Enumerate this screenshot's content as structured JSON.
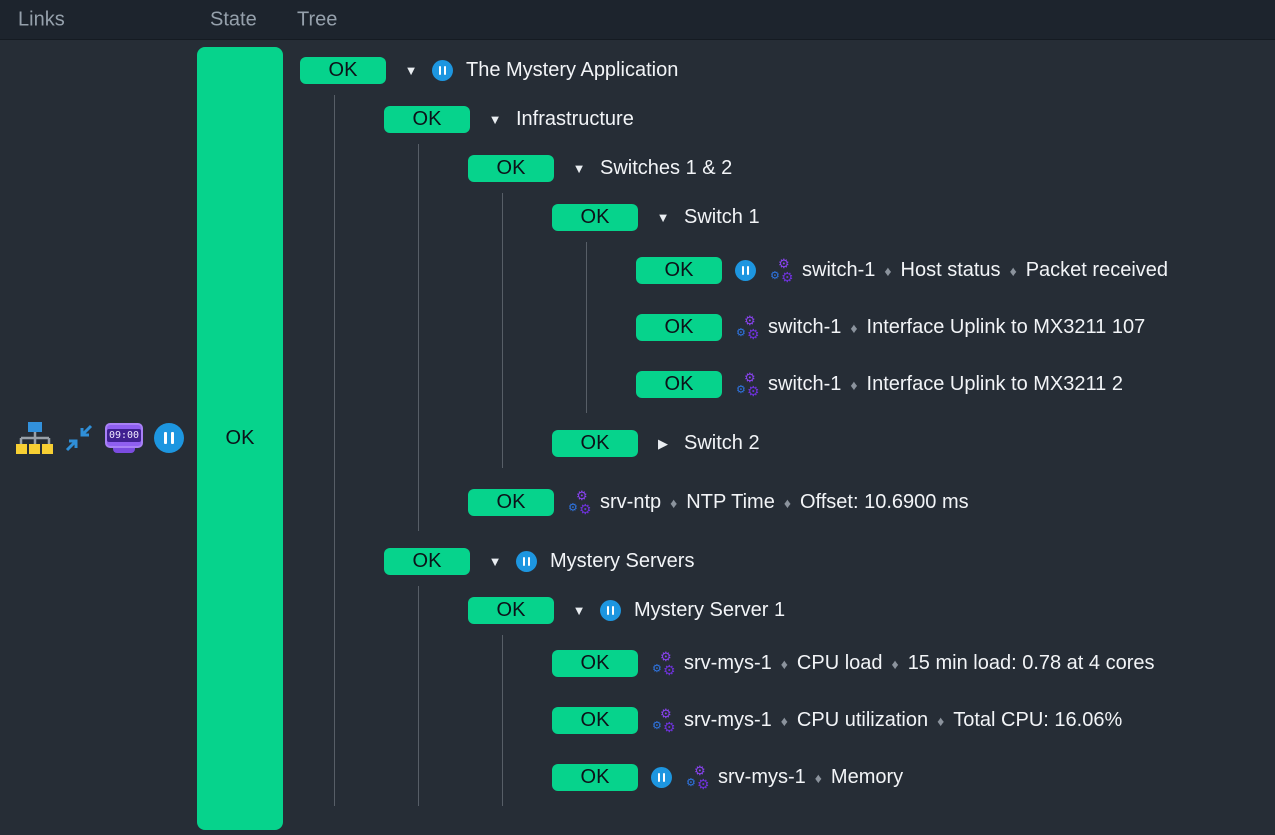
{
  "header": {
    "links": "Links",
    "state": "State",
    "tree": "Tree"
  },
  "links_panel": {
    "clock_time": "09:00",
    "icons": [
      "aggregation-tree-icon",
      "collapse-all-icon",
      "timewarp-clock-icon",
      "assume-state-pause-icon"
    ]
  },
  "state_summary": {
    "label": "OK"
  },
  "colors": {
    "ok_state": "#06d38c",
    "pause_blue": "#1d96e0",
    "clock_purple": "#8f5ff0",
    "tree_icon_yellow": "#f7cf33",
    "tree_icon_blue": "#3291dc"
  },
  "tree": {
    "state": "OK",
    "expanded": true,
    "paused": true,
    "label": "The Mystery Application",
    "children": [
      {
        "state": "OK",
        "expanded": true,
        "label": "Infrastructure",
        "children": [
          {
            "state": "OK",
            "expanded": true,
            "label": "Switches 1 & 2",
            "children": [
              {
                "state": "OK",
                "expanded": true,
                "label": "Switch 1",
                "children": [
                  {
                    "state": "OK",
                    "paused": true,
                    "host": "switch-1",
                    "service": "Host status",
                    "output": "Packet received"
                  },
                  {
                    "state": "OK",
                    "host": "switch-1",
                    "service": "Interface Uplink to MX3211 107"
                  },
                  {
                    "state": "OK",
                    "host": "switch-1",
                    "service": "Interface Uplink to MX3211 2"
                  }
                ]
              },
              {
                "state": "OK",
                "expanded": false,
                "label": "Switch 2"
              }
            ]
          },
          {
            "state": "OK",
            "host": "srv-ntp",
            "service": "NTP Time",
            "output": "Offset: 10.6900 ms"
          }
        ]
      },
      {
        "state": "OK",
        "expanded": true,
        "paused": true,
        "label": "Mystery Servers",
        "children": [
          {
            "state": "OK",
            "expanded": true,
            "paused": true,
            "label": "Mystery Server 1",
            "children": [
              {
                "state": "OK",
                "host": "srv-mys-1",
                "service": "CPU load",
                "output": "15 min load: 0.78 at 4 cores"
              },
              {
                "state": "OK",
                "host": "srv-mys-1",
                "service": "CPU utilization",
                "output": "Total CPU: 16.06%"
              },
              {
                "state": "OK",
                "paused": true,
                "host": "srv-mys-1",
                "service": "Memory"
              }
            ]
          }
        ]
      }
    ]
  }
}
